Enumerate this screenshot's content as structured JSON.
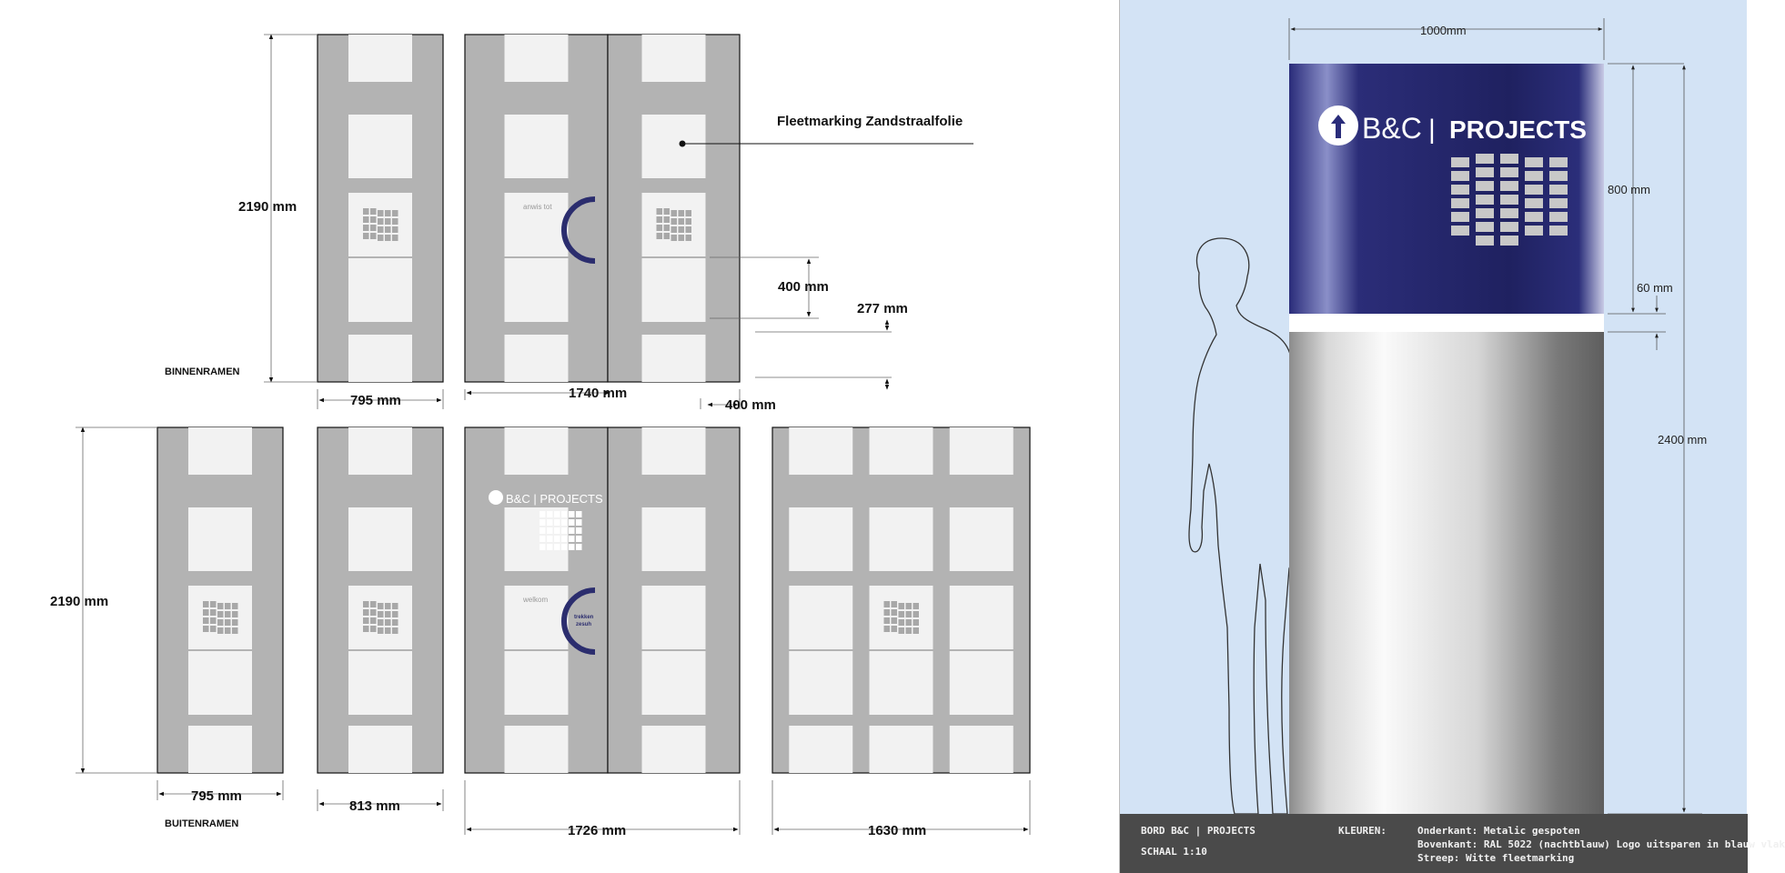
{
  "left": {
    "callout_label": "Fleetmarking Zandstraalfolie",
    "section_inner": "BINNENRAMEN",
    "section_outer": "BUITENRAMEN",
    "dims": {
      "height_top": "2190 mm",
      "height_bottom": "2190 mm",
      "w_795_top": "795 mm",
      "w_1740": "1740 mm",
      "w_400_bottom": "400 mm",
      "v_400": "400 mm",
      "v_277": "277 mm",
      "w_795_bottom": "795 mm",
      "w_813": "813 mm",
      "w_1726": "1726 mm",
      "w_1630": "1630 mm"
    },
    "door_text_inner": "anwis tot",
    "door_text_outer": "welkom",
    "door_handle_text": "trekken\nzesuh",
    "brand_small": "B&C | PROJECTS"
  },
  "right": {
    "brand": "B&C",
    "brand_suffix": "PROJECTS",
    "dims": {
      "width": "1000mm",
      "top_panel": "800 mm",
      "stripe": "60 mm",
      "total": "2400 mm"
    },
    "footer": {
      "title": "BORD B&C | PROJECTS",
      "scale": "SCHAAL 1:10",
      "colors_label": "KLEUREN:",
      "line1": "Onderkant: Metalic gespoten",
      "line2": "Bovenkant: RAL 5022 (nachtblauw) Logo uitsparen in blauw vlak",
      "line3": "Streep: Witte fleetmarking"
    }
  },
  "colors": {
    "frame_grey": "#b3b3b3",
    "pane": "#f2f2f2",
    "navy": "#252868",
    "sky": "#d3e3f5"
  }
}
